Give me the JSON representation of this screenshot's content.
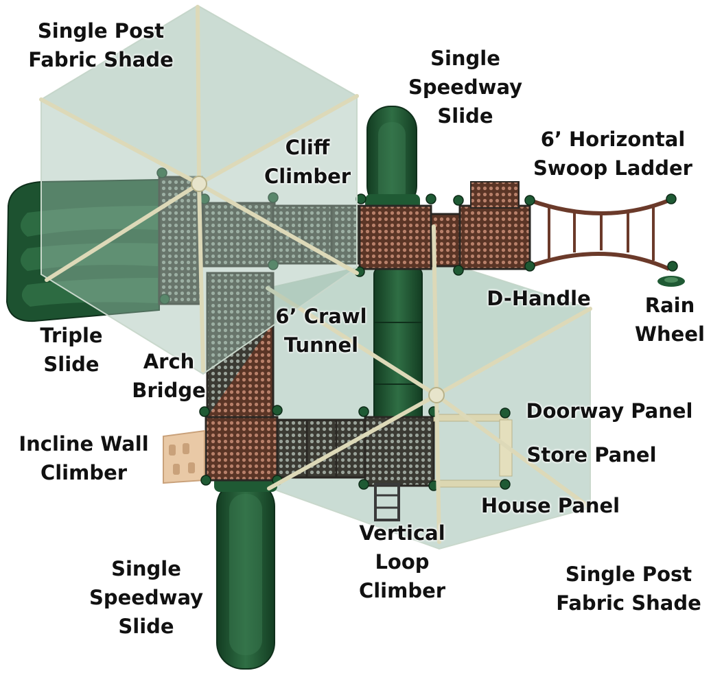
{
  "colors": {
    "shade_fabric": "#9fbfb0",
    "shade_frame": "#ddd9b8",
    "slide_green": "#1d5230",
    "deck_brown": "#7a4a33",
    "deck_rust": "#b06a55",
    "post_green": "#1f5a34",
    "tan_climber": "#e9c9a6"
  },
  "labels": {
    "shade_top_left": [
      "Single Post",
      "Fabric Shade"
    ],
    "speedway_top": [
      "Single",
      "Speedway",
      "Slide"
    ],
    "cliff_climber": [
      "Cliff",
      "Climber"
    ],
    "swoop_ladder": [
      "6’ Horizontal",
      "Swoop Ladder"
    ],
    "d_handle": [
      "D-Handle"
    ],
    "rain_wheel": [
      "Rain",
      "Wheel"
    ],
    "crawl_tunnel": [
      "6’ Crawl",
      "Tunnel"
    ],
    "triple_slide": [
      "Triple",
      "Slide"
    ],
    "arch_bridge": [
      "Arch",
      "Bridge"
    ],
    "doorway_panel": [
      "Doorway Panel"
    ],
    "store_panel": [
      "Store Panel"
    ],
    "incline_wall": [
      "Incline Wall",
      "Climber"
    ],
    "house_panel": [
      "House Panel"
    ],
    "loop_climber": [
      "Vertical",
      "Loop",
      "Climber"
    ],
    "speedway_bottom": [
      "Single",
      "Speedway",
      "Slide"
    ],
    "shade_bottom_right": [
      "Single Post",
      "Fabric Shade"
    ]
  }
}
